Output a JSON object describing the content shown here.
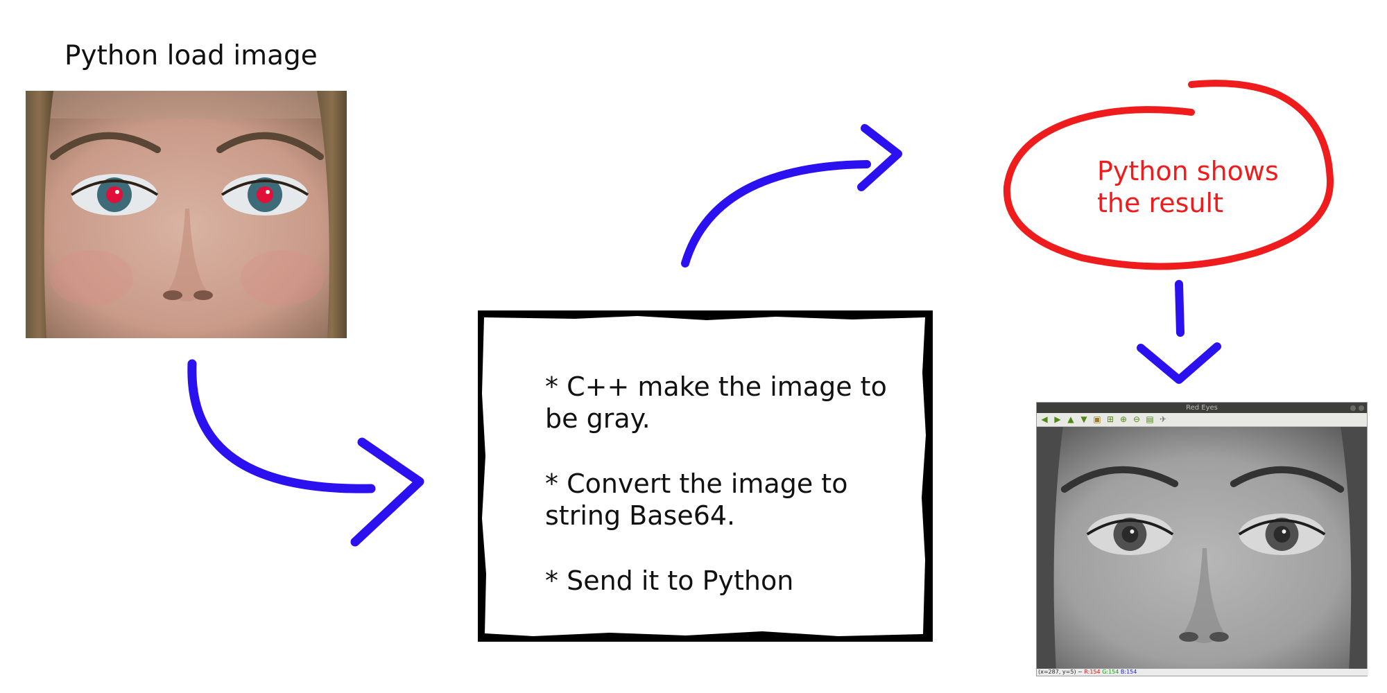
{
  "heading": "Python load image",
  "steps": [
    "* C++ make the image to be gray.",
    "* Convert the image to string Base64.",
    "* Send it to Python"
  ],
  "result_note": "Python shows the result",
  "viewer": {
    "title": "Red Eyes",
    "toolbar_icons": [
      "arrow-left-icon",
      "arrow-right-icon",
      "arrow-up-icon",
      "arrow-down-icon",
      "save-icon",
      "subplots-icon",
      "zoom-in-icon",
      "zoom-out-icon",
      "save-image-icon",
      "pan-icon"
    ],
    "status": {
      "coords": "(x=287, y=5) ~",
      "r": "R:154",
      "g": "G:154",
      "b": "B:154"
    }
  },
  "colors": {
    "arrow": "#2b10f0",
    "ellipse": "#ee1c1c",
    "red_text": "#ee1c1c",
    "frame": "#000000"
  }
}
